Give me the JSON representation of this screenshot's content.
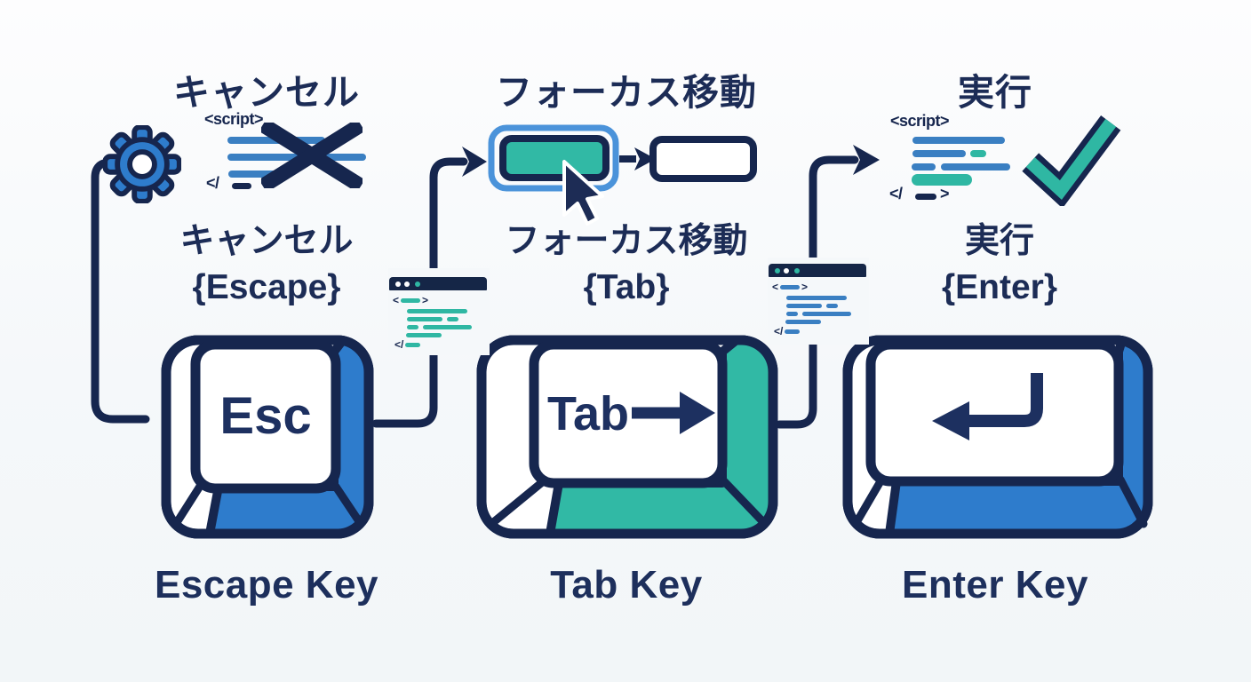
{
  "diagram_title": "keyboard-shortcut-keys-diagram",
  "colors": {
    "navy_text": "#1c2c56",
    "outline": "#16264e",
    "key_blue": "#2e7ccc",
    "key_teal": "#31b9a5",
    "focus_ring_blue": "#4b93da",
    "code_line_blue": "#3a7fc2",
    "code_line_teal": "#2fb7a3",
    "background": "#f5f8fa"
  },
  "sections": {
    "escape": {
      "heading": "キャンセル",
      "action_line1": "キャンセル",
      "action_line2": "{Escape}",
      "keycap_label": "Esc",
      "key_name": "Escape Key",
      "key_color": "#2e7ccc",
      "script_open": "<script>",
      "script_close": "</",
      "icons": [
        "gear-icon",
        "script-block-icon",
        "x-mark-icon"
      ]
    },
    "tab": {
      "heading": "フォーカス移動",
      "action_line1": "フォーカス移動",
      "action_line2": "{Tab}",
      "keycap_label": "Tab",
      "keycap_symbol": "arrow-right",
      "key_name": "Tab Key",
      "key_color": "#31b9a5",
      "icons": [
        "focus-ring",
        "focused-field",
        "mouse-cursor-icon",
        "arrow-right-icon",
        "unfocused-field"
      ]
    },
    "enter": {
      "heading": "実行",
      "action_line1": "実行",
      "action_line2": "{Enter}",
      "keycap_symbol": "return-arrow",
      "key_name": "Enter Key",
      "key_color": "#2e7ccc",
      "script_open": "<script>",
      "script_close": "</",
      "script_close_arrow": ">",
      "icons": [
        "script-block-icon",
        "checkmark-icon"
      ]
    }
  },
  "code_windows": [
    {
      "tag_open": "<",
      "tag_close": ">",
      "close_token": "</",
      "line_color": "#2fb7a3",
      "dot_colors": [
        "#ffffff",
        "#ffffff",
        "#2fb7a3"
      ]
    },
    {
      "tag_open": "<",
      "tag_close": ">",
      "close_token": "</",
      "line_color": "#3a7fc2",
      "dot_colors": [
        "#2fb7a3",
        "#ffffff",
        "#2fb7a3"
      ]
    }
  ]
}
